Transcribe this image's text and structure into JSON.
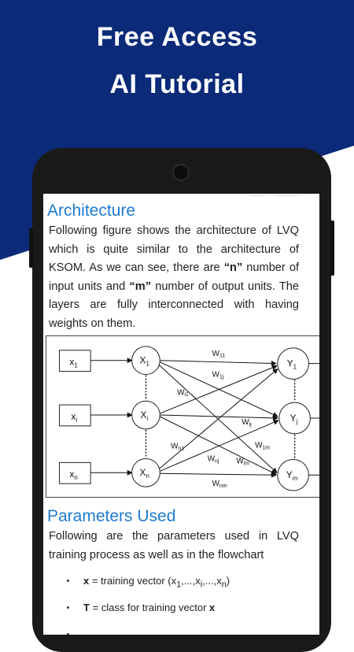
{
  "promo": {
    "line1": "Free Access",
    "line2": "AI Tutorial",
    "bg_color": "#0b2a78",
    "accent_white": "#ffffff"
  },
  "content": {
    "architecture": {
      "title": "Architecture",
      "p1": "Following figure shows the architecture of LVQ which is quite similar to the architecture of KSOM. As we can see, there are ",
      "n_bold": "“n”",
      "p2": " number of input units and ",
      "m_bold": "“m”",
      "p3": " number of output units. The layers are fully interconnected with having weights on them."
    },
    "diagram": {
      "inputs": [
        "x",
        "x",
        "x"
      ],
      "input_subs": [
        "1",
        "i",
        "n"
      ],
      "hidden": [
        "X",
        "X",
        "X"
      ],
      "hidden_subs": [
        "1",
        "i",
        "n"
      ],
      "outputs": [
        "Y",
        "Y",
        "Y"
      ],
      "output_subs": [
        "1",
        "j",
        "m"
      ],
      "weights": [
        {
          "w": "W",
          "s": "11"
        },
        {
          "w": "W",
          "s": "1j"
        },
        {
          "w": "W",
          "s": "i1"
        },
        {
          "w": "W",
          "s": "ij"
        },
        {
          "w": "W",
          "s": "n1"
        },
        {
          "w": "W",
          "s": "1m"
        },
        {
          "w": "W",
          "s": "nj"
        },
        {
          "w": "W",
          "s": "im"
        },
        {
          "w": "W",
          "s": "nm"
        }
      ]
    },
    "parameters": {
      "title": "Parameters Used",
      "para": "Following are the parameters used in LVQ training process as well as in the flowchart",
      "bullets": [
        {
          "bold": "x",
          "text": " = training vector (x",
          "sub1": "1",
          "m1": ",...,x",
          "sub2": "i",
          "m2": ",...,x",
          "sub3": "n",
          "end": ")"
        },
        {
          "bold": "T",
          "text": " = class for training vector ",
          "bold2": "x"
        }
      ]
    }
  }
}
